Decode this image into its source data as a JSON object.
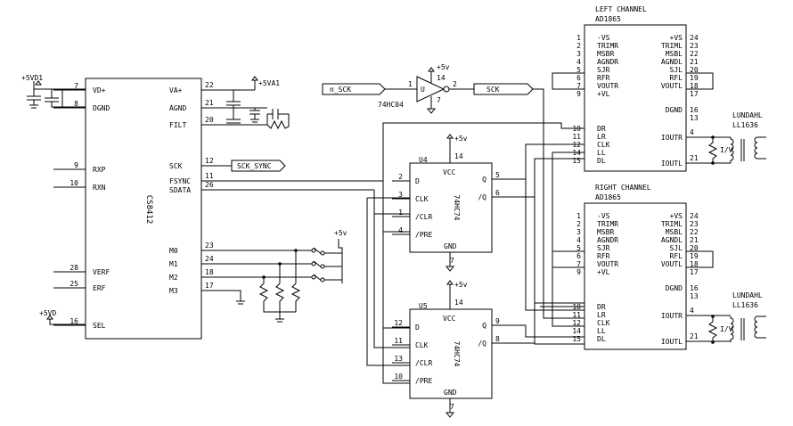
{
  "chips": {
    "cs8412": {
      "name": "CS8412",
      "left_pins": [
        [
          "7",
          "VD+"
        ],
        [
          "8",
          "DGND"
        ],
        [
          "9",
          "RXP"
        ],
        [
          "10",
          "RXN"
        ],
        [
          "28",
          "VERF"
        ],
        [
          "25",
          "ERF"
        ],
        [
          "16",
          "SEL"
        ]
      ],
      "right_pins": [
        [
          "22",
          "VA+"
        ],
        [
          "21",
          "AGND"
        ],
        [
          "20",
          "FILT"
        ],
        [
          "12",
          "SCK"
        ],
        [
          "11",
          "FSYNC"
        ],
        [
          "26",
          "SDATA"
        ],
        [
          "23",
          "M0"
        ],
        [
          "24",
          "M1"
        ],
        [
          "18",
          "M2"
        ],
        [
          "17",
          "M3"
        ]
      ]
    },
    "ff_u4": {
      "ref": "U4",
      "part": "74HC74",
      "vcc": "VCC",
      "gnd": "GND",
      "pins_left": [
        [
          "2",
          "D"
        ],
        [
          "3",
          "CLK"
        ],
        [
          "1",
          "/CLR"
        ],
        [
          "4",
          "/PRE"
        ]
      ],
      "pins_right": [
        [
          "5",
          "Q"
        ],
        [
          "6",
          "/Q"
        ]
      ],
      "vcc_pin": "14",
      "gnd_pin": "7"
    },
    "ff_u5": {
      "ref": "U5",
      "part": "74HC74",
      "vcc": "VCC",
      "gnd": "GND",
      "pins_left": [
        [
          "12",
          "D"
        ],
        [
          "11",
          "CLK"
        ],
        [
          "13",
          "/CLR"
        ],
        [
          "10",
          "/PRE"
        ]
      ],
      "pins_right": [
        [
          "9",
          "Q"
        ],
        [
          "8",
          "/Q"
        ]
      ],
      "vcc_pin": "14",
      "gnd_pin": "7"
    },
    "dac_left": {
      "title": "LEFT CHANNEL",
      "part": "AD1865",
      "left_pins": [
        [
          "1",
          "-VS"
        ],
        [
          "2",
          "TRIMR"
        ],
        [
          "3",
          "MSBR"
        ],
        [
          "4",
          "AGNDR"
        ],
        [
          "5",
          "SJR"
        ],
        [
          "6",
          "RFR"
        ],
        [
          "7",
          "VOUTR"
        ],
        [
          "9",
          "+VL"
        ],
        [
          "10",
          "DR"
        ],
        [
          "11",
          "LR"
        ],
        [
          "12",
          "CLK"
        ],
        [
          "14",
          "LL"
        ],
        [
          "15",
          "DL"
        ]
      ],
      "right_pins": [
        [
          "24",
          "+VS"
        ],
        [
          "23",
          "TRIML"
        ],
        [
          "22",
          "MSBL"
        ],
        [
          "21",
          "AGNDL"
        ],
        [
          "20",
          "SJL"
        ],
        [
          "19",
          "RFL"
        ],
        [
          "18",
          "VOUTL"
        ],
        [
          "17",
          ""
        ],
        [
          "16",
          "DGND"
        ],
        [
          "13",
          ""
        ]
      ],
      "out_pins": [
        [
          "4",
          "IOUTR"
        ],
        [
          "21",
          "IOUTL"
        ]
      ]
    },
    "dac_right": {
      "title": "RIGHT CHANNEL",
      "part": "AD1865",
      "left_pins": [
        [
          "1",
          "-VS"
        ],
        [
          "2",
          "TRIMR"
        ],
        [
          "3",
          "MSBR"
        ],
        [
          "4",
          "AGNDR"
        ],
        [
          "5",
          "SJR"
        ],
        [
          "6",
          "RFR"
        ],
        [
          "7",
          "VOUTR"
        ],
        [
          "9",
          "+VL"
        ],
        [
          "10",
          "DR"
        ],
        [
          "11",
          "LR"
        ],
        [
          "12",
          "CLK"
        ],
        [
          "14",
          "LL"
        ],
        [
          "15",
          "DL"
        ]
      ],
      "right_pins": [
        [
          "24",
          "+VS"
        ],
        [
          "23",
          "TRIML"
        ],
        [
          "22",
          "MSBL"
        ],
        [
          "21",
          "AGNDL"
        ],
        [
          "20",
          "SJL"
        ],
        [
          "19",
          "RFL"
        ],
        [
          "18",
          "VOUTL"
        ],
        [
          "17",
          ""
        ],
        [
          "16",
          "DGND"
        ],
        [
          "13",
          ""
        ]
      ],
      "out_pins": [
        [
          "4",
          "IOUTR"
        ],
        [
          "21",
          "IOUTL"
        ]
      ]
    }
  },
  "inverter": {
    "part": "74HC04",
    "ref": "U",
    "pin_in": "1",
    "pin_out": "2",
    "pin_vcc": "14",
    "pin_gnd": "7"
  },
  "nets": {
    "n_sck": "n_SCK",
    "sck": "SCK",
    "sck_sync": "SCK_SYNC"
  },
  "supplies": {
    "vd1": "+5VD1",
    "va1": "+5VA1",
    "vd": "+5VD",
    "v5": "+5v"
  },
  "transformer_labels": {
    "maker": "LUNDAHL",
    "model": "LL1636",
    "ratio": "I/V"
  }
}
